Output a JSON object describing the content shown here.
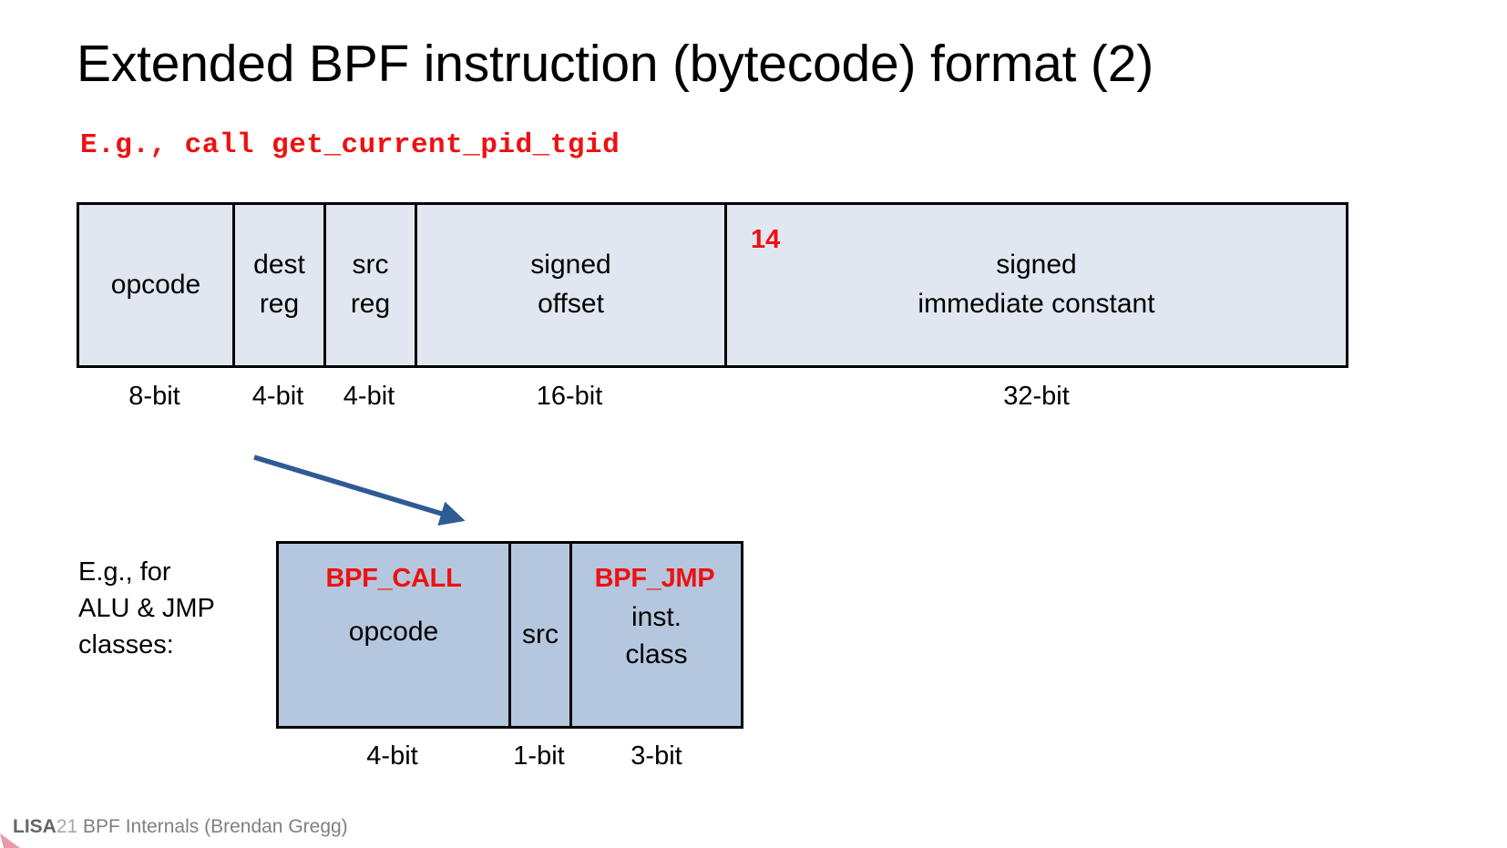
{
  "slide": {
    "title": "Extended BPF instruction (bytecode) format (2)",
    "code_subtitle": "E.g., call get_current_pid_tgid"
  },
  "colors": {
    "red_accent": "#ee1111",
    "top_table_fill": "#e0e7f0",
    "bottom_table_fill": "#b4c7de",
    "arrow_blue": "#2e5b93",
    "border": "#000000",
    "footer_gray": "#808080"
  },
  "instruction_table": {
    "fields": [
      {
        "label": "opcode",
        "bits": "8-bit"
      },
      {
        "label": "dest\nreg",
        "bits": "4-bit"
      },
      {
        "label": "src\nreg",
        "bits": "4-bit"
      },
      {
        "label": "signed\noffset",
        "bits": "16-bit"
      },
      {
        "label": "signed\nimmediate constant",
        "bits": "32-bit",
        "annotation": "14"
      }
    ]
  },
  "left_caption": "E.g., for\nALU & JMP\nclasses:",
  "opcode_table": {
    "fields": [
      {
        "constant": "BPF_CALL",
        "label": "opcode",
        "bits": "4-bit"
      },
      {
        "constant": "",
        "label": "src",
        "bits": "1-bit"
      },
      {
        "constant": "BPF_JMP",
        "label": "inst.\nclass",
        "bits": "3-bit"
      }
    ]
  },
  "footer": {
    "brand": "LISA",
    "year": "21",
    "text": " BPF Internals (Brendan Gregg)"
  }
}
